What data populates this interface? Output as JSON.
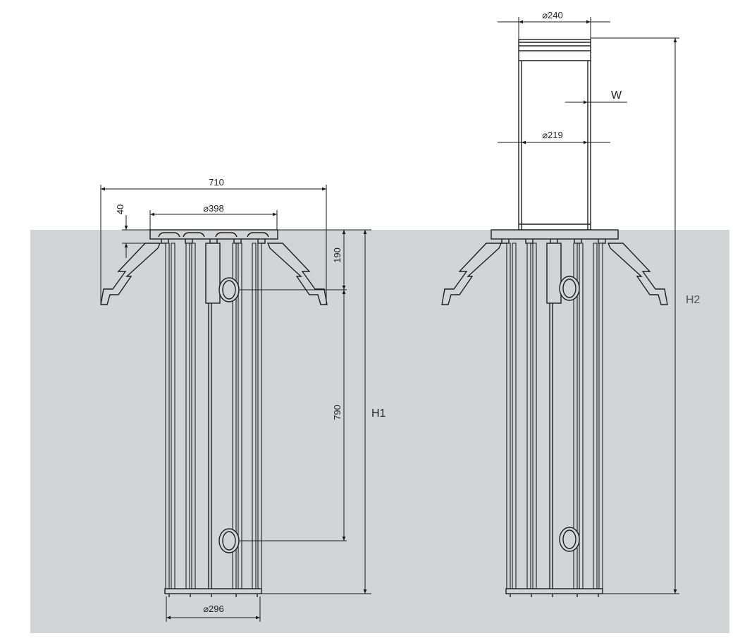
{
  "colors": {
    "ground": "#d3d4d6",
    "line": "#1e1e1e",
    "label_gray": "#555555"
  },
  "left_view": {
    "dims": {
      "width_710": "710",
      "flange_dia": "⌀398",
      "flange_thk": "40",
      "depth_190": "190",
      "spacing_790": "790",
      "base_dia": "⌀296"
    },
    "height_label": "H1"
  },
  "right_view": {
    "dims": {
      "top_dia": "⌀240",
      "body_dia": "⌀219",
      "wall": "W"
    },
    "height_label": "H2"
  }
}
